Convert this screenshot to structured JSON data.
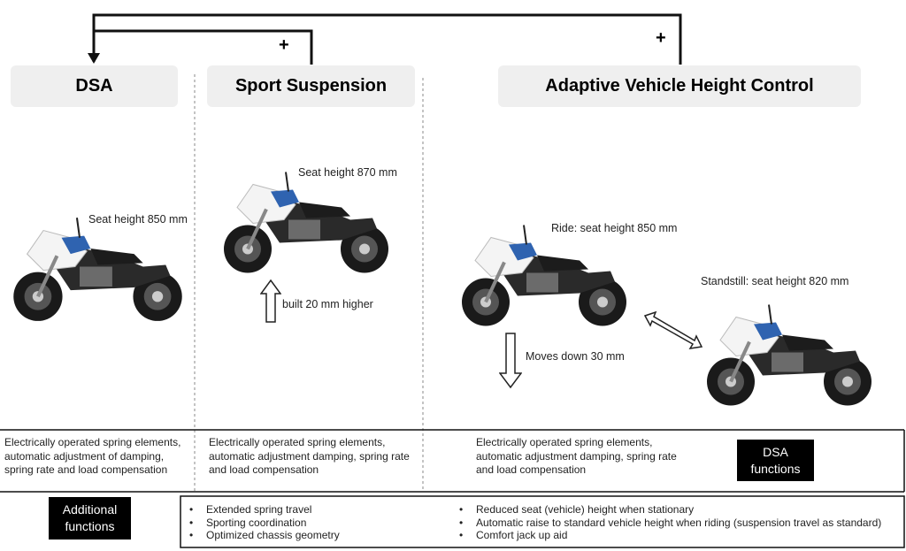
{
  "headers": {
    "dsa": "DSA",
    "sport": "Sport Suspension",
    "avhc": "Adaptive Vehicle Height Control"
  },
  "connectors": {
    "plus_1": "+",
    "plus_2": "+"
  },
  "labels": {
    "dsa_seat": "Seat height 850 mm",
    "sport_seat": "Seat height 870 mm",
    "sport_built": "built 20 mm higher",
    "avhc_ride": "Ride: seat height 850 mm",
    "avhc_standstill": "Standstill: seat height 820 mm",
    "avhc_moves": "Moves down 30 mm"
  },
  "dsa_functions": {
    "dsa_text": "Electrically operated spring elements, automatic adjustment of damping, spring rate and load compensation",
    "sport_text": "Electrically operated spring elements, automatic adjustment damping, spring rate and load compensation",
    "avhc_text": "Electrically operated spring elements, automatic adjustment damping, spring rate and load compensation",
    "label": "DSA functions"
  },
  "additional_functions": {
    "label": "Additional functions",
    "sport_items": [
      "Extended spring travel",
      "Sporting coordination",
      "Optimized chassis geometry"
    ],
    "avhc_items": [
      "Reduced seat (vehicle) height when stationary",
      "Automatic raise to standard vehicle height when riding (suspension travel as standard)",
      "Comfort jack up aid"
    ]
  },
  "colors": {
    "header_bg": "#efefef",
    "accent_blue": "#2f63b0",
    "box_black": "#000000"
  },
  "icons": [
    "up-arrow-icon",
    "down-arrow-icon",
    "double-arrow-icon",
    "motorcycle-image"
  ]
}
